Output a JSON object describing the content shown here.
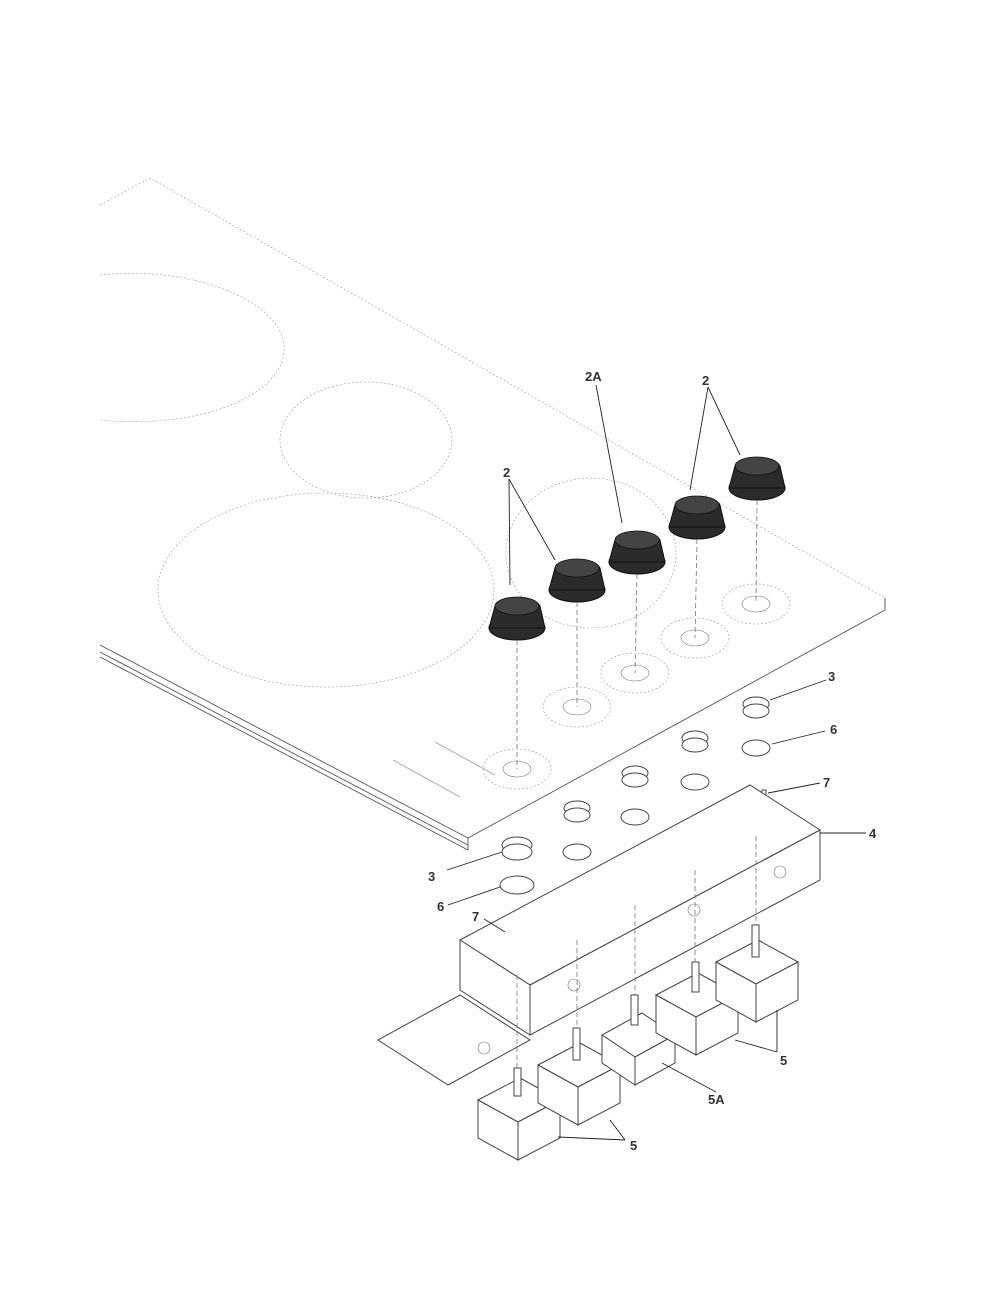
{
  "callouts": {
    "c2a": "2",
    "c2b": "2",
    "c2A": "2A",
    "c3a": "3",
    "c3b": "3",
    "c6a": "6",
    "c6b": "6",
    "c7a": "7",
    "c7b": "7",
    "c4": "4",
    "c5a": "5",
    "c5b": "5",
    "c5A": "5A"
  },
  "colors": {
    "line": "#555555",
    "knob": "#2b2b2b",
    "background": "#ffffff"
  }
}
